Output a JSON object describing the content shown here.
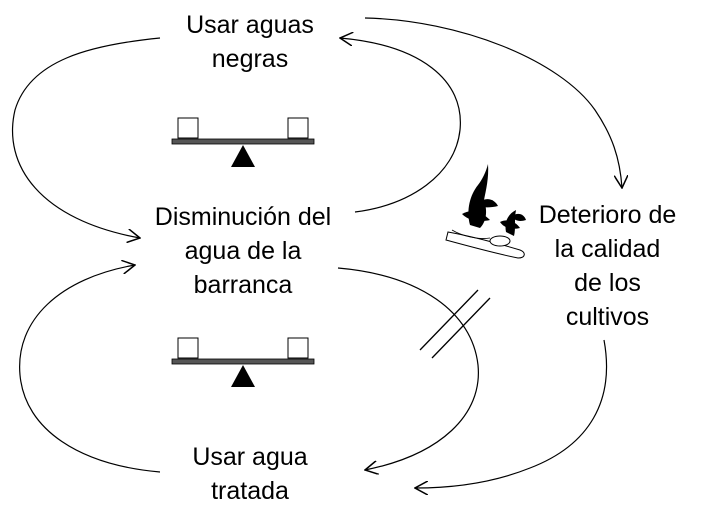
{
  "nodes": {
    "usar_aguas_negras": {
      "lines": [
        "Usar aguas",
        "negras"
      ]
    },
    "disminucion_agua": {
      "lines": [
        "Disminución del",
        "agua de la",
        "barranca"
      ]
    },
    "deterioro_calidad": {
      "lines": [
        "Deterioro de",
        "la calidad",
        "de los",
        "cultivos"
      ]
    },
    "usar_agua_tratada": {
      "lines": [
        "Usar agua",
        "tratada"
      ]
    }
  },
  "loops": [
    {
      "name": "upper",
      "symbol": "balance-scale-icon"
    },
    {
      "name": "lower",
      "symbol": "balance-scale-icon"
    }
  ],
  "links": [
    {
      "from": "usar_aguas_negras",
      "to": "disminucion_agua"
    },
    {
      "from": "disminucion_agua",
      "to": "usar_aguas_negras"
    },
    {
      "from": "usar_aguas_negras",
      "to": "deterioro_calidad"
    },
    {
      "from": "deterioro_calidad",
      "to": "usar_agua_tratada"
    },
    {
      "from": "disminucion_agua",
      "to": "usar_agua_tratada",
      "delay": true
    },
    {
      "from": "usar_agua_tratada",
      "to": "disminucion_agua"
    }
  ],
  "colors": {
    "stroke": "#000000",
    "beam": "#555555",
    "background": "#ffffff"
  },
  "illustration": {
    "icon": "wilted-crop-icon"
  }
}
